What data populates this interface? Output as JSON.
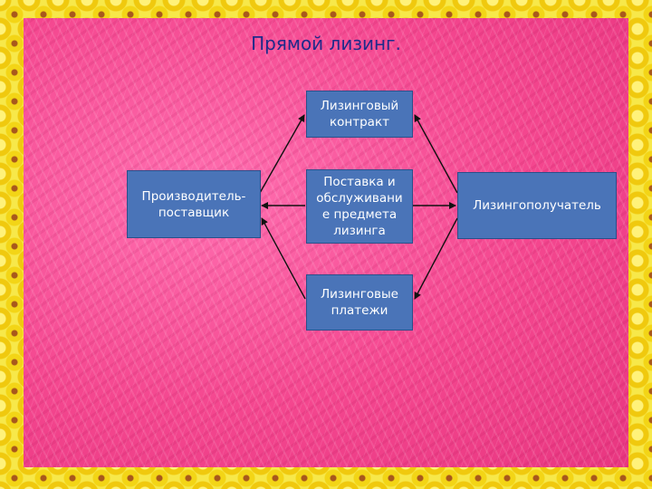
{
  "title": "Прямой лизинг.",
  "nodes": {
    "contract": {
      "lines": [
        "Лизинговый",
        "контракт"
      ]
    },
    "supplier": {
      "lines": [
        "Производитель-",
        "поставщик"
      ]
    },
    "delivery": {
      "lines": [
        "Поставка и",
        "обслуживани",
        "е предмета",
        "лизинга"
      ]
    },
    "payments": {
      "lines": [
        "Лизинговые",
        "платежи"
      ]
    },
    "lessee": {
      "lines": [
        "Лизингополучатель"
      ]
    }
  }
}
